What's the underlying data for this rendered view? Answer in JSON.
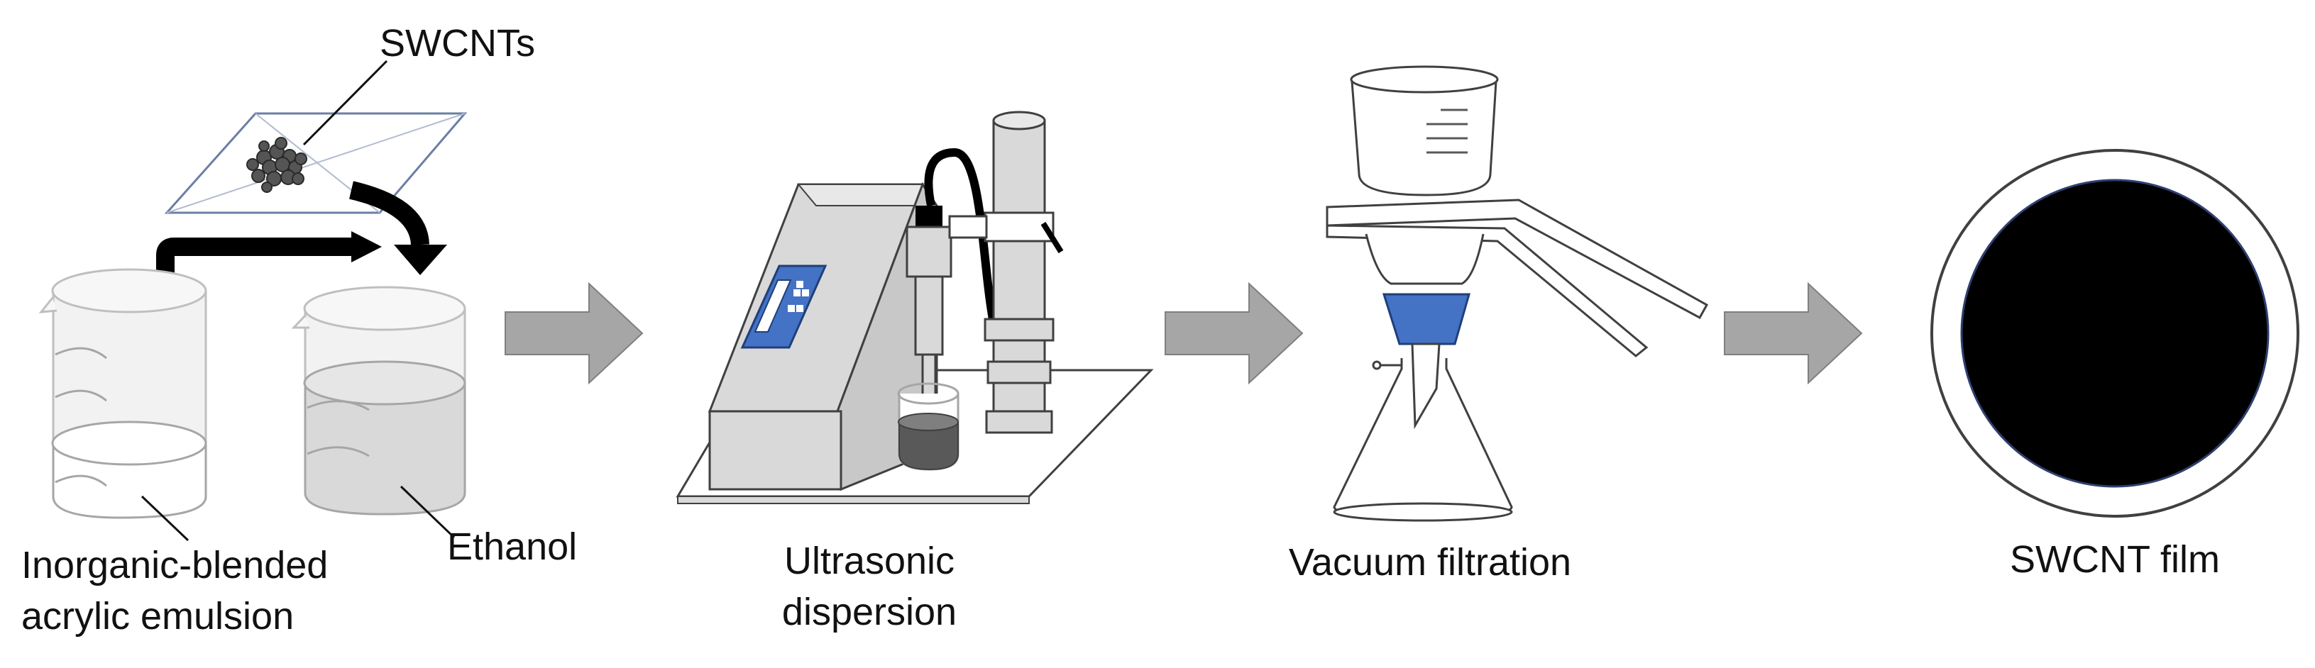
{
  "labels": {
    "swcnts": "SWCNTs",
    "emulsion_line1": "Inorganic-blended",
    "emulsion_line2": "acrylic emulsion",
    "ethanol": "Ethanol",
    "ultrasonic_line1": "Ultrasonic",
    "ultrasonic_line2": "dispersion",
    "vacuum": "Vacuum filtration",
    "film": "SWCNT film"
  },
  "colors": {
    "arrow_gray": "#a6a6a6",
    "black": "#000000",
    "device_gray": "#d9d9d9",
    "panel_blue": "#4472c4",
    "funnel_blue": "#4472c4"
  }
}
